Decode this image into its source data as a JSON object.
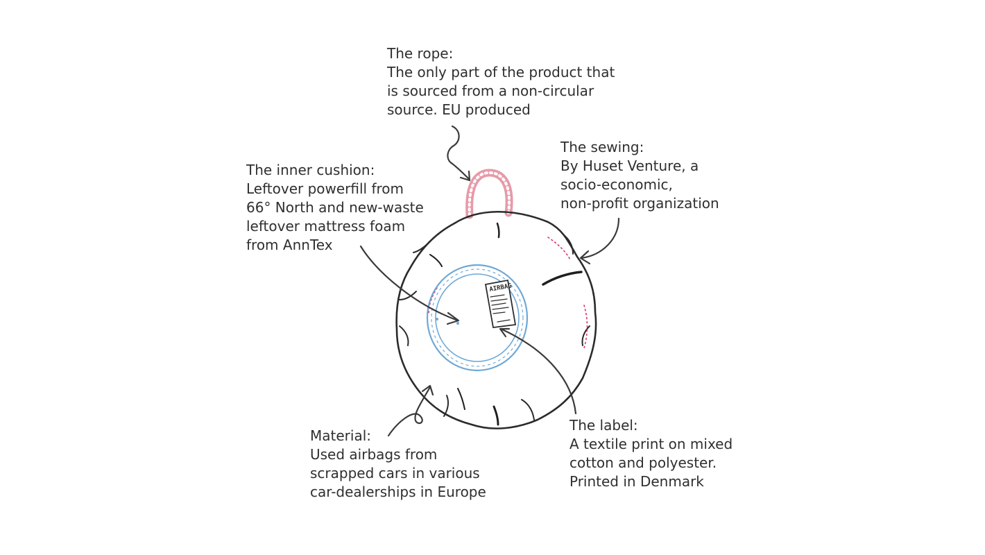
{
  "annotations": {
    "rope": {
      "title": "The rope:",
      "lines": [
        "The only part of the product that",
        "is sourced from a non-circular",
        "source. EU produced"
      ]
    },
    "sewing": {
      "title": "The sewing:",
      "lines": [
        "By Huset Venture, a",
        "socio-economic,",
        "non-profit organization"
      ]
    },
    "inner_cushion": {
      "title": "The inner cushion:",
      "lines": [
        "Leftover powerfill from",
        "66° North and new-waste",
        "leftover mattress foam",
        "from AnnTex"
      ]
    },
    "label": {
      "title": "The label:",
      "lines": [
        "A textile print on mixed",
        "cotton and polyester.",
        "Printed in Denmark"
      ]
    },
    "material": {
      "title": "Material:",
      "lines": [
        "Used airbags from",
        "scrapped cars in various",
        "car-dealerships in Europe"
      ]
    }
  },
  "product_label": {
    "brand_text": "AIRBAG"
  },
  "colors": {
    "ink": "#2b2b2b",
    "rope": "#e79aa8",
    "seam_stitch": "#e0355f",
    "inner_ring": "#6fa8d6"
  }
}
